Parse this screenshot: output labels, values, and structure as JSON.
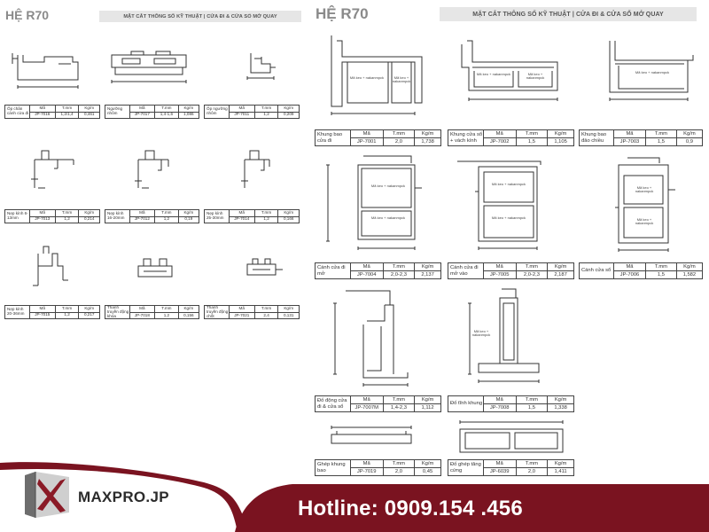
{
  "left_sheet": {
    "system_title": "HỆ R70",
    "header": "MẶT CẮT THÔNG SỐ KỸ THUẬT | CỬA ĐI & CỬA SỔ MỞ QUAY",
    "columns": [
      "Mã",
      "T.mm",
      "Kg/m"
    ],
    "profiles": [
      {
        "name": "Ốp chân cánh cửa đi",
        "code": "JP-7016",
        "thickness": "1,2/1,4",
        "weight": "0,461"
      },
      {
        "name": "Ngưỡng nhôm",
        "code": "JP-7017",
        "thickness": "1,4-1,6",
        "weight": "1,086"
      },
      {
        "name": "Ốp ngưỡng nhôm",
        "code": "JP-7011",
        "thickness": "1,2",
        "weight": "0,209"
      },
      {
        "name": "Nẹp kính 6-13mm",
        "code": "JP-7013",
        "thickness": "1,2",
        "weight": "0,214"
      },
      {
        "name": "Nẹp kính 16-20mm",
        "code": "JP-7012",
        "thickness": "1,2",
        "weight": "0,19"
      },
      {
        "name": "Nẹp kính 25-30mm",
        "code": "JP-7014",
        "thickness": "1,2",
        "weight": "0,166"
      },
      {
        "name": "Nẹp kính 20-36mm",
        "code": "JP-7015",
        "thickness": "1,2",
        "weight": "0,217"
      },
      {
        "name": "Thanh truyền động khóa",
        "code": "JP-7018",
        "thickness": "1,2",
        "weight": "0,156"
      },
      {
        "name": "Thanh truyền động chốt",
        "code": "JP-7021",
        "thickness": "2,4",
        "weight": "0,131"
      }
    ]
  },
  "right_sheet": {
    "system_title": "HỆ R70",
    "header": "MẶT CẮT THÔNG SỐ KỸ THUẬT | CỬA ĐI & CỬA SỔ MỞ QUAY",
    "columns": [
      "Mã",
      "T.mm",
      "Kg/m"
    ],
    "inner_label": "Mã keo + nakanmpck",
    "profiles": [
      {
        "name": "Khung bao cửa đi",
        "code": "JP-7001",
        "thickness": "2,0",
        "weight": "1,738"
      },
      {
        "name": "Khung cửa sổ + vách kính",
        "code": "JP-7002",
        "thickness": "1,5",
        "weight": "1,105"
      },
      {
        "name": "Khung bao đảo chiều",
        "code": "JP-7003",
        "thickness": "1,5",
        "weight": "0,9"
      },
      {
        "name": "Cánh cửa đi mở",
        "code": "JP-7004",
        "thickness": "2,0-2,3",
        "weight": "2,137"
      },
      {
        "name": "Cánh cửa đi mở vào",
        "code": "JP-7005",
        "thickness": "2,0-2,3",
        "weight": "2,187"
      },
      {
        "name": "Cánh cửa sổ",
        "code": "JP-7006",
        "thickness": "1,5",
        "weight": "1,582"
      },
      {
        "name": "Đố động cửa đi & cửa sổ",
        "code": "JP-7007M",
        "thickness": "1,4-2,3",
        "weight": "1,112"
      },
      {
        "name": "Đố tĩnh khung",
        "code": "JP-7008",
        "thickness": "1,5",
        "weight": "1,338"
      },
      {
        "name": "Ghép khung bao",
        "code": "JP-7019",
        "thickness": "2,0",
        "weight": "0,45"
      },
      {
        "name": "Đố ghép tăng cứng",
        "code": "JP-6039",
        "thickness": "2,0",
        "weight": "1,411"
      }
    ]
  },
  "footer": {
    "brand": "MAXPRO.JP",
    "hotline": "Hotline: 0909.154 .456",
    "colors": {
      "accent": "#7a1320",
      "brand_text": "#2b2b2b",
      "hotline_text": "#ffffff"
    }
  }
}
